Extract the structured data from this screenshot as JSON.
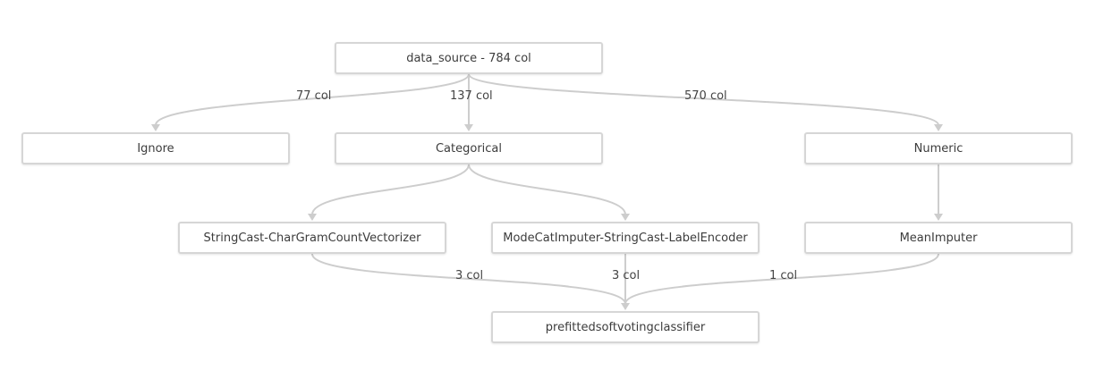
{
  "nodes": {
    "data_source": "data_source - 784 col",
    "ignore": "Ignore",
    "categorical": "Categorical",
    "numeric": "Numeric",
    "stringcast_chargram": "StringCast-CharGramCountVectorizer",
    "modecat_labelencoder": "ModeCatImputer-StringCast-LabelEncoder",
    "mean_imputer": "MeanImputer",
    "classifier": "prefittedsoftvotingclassifier"
  },
  "edges": {
    "source_to_ignore": "77 col",
    "source_to_categorical": "137 col",
    "source_to_numeric": "570 col",
    "chargram_to_classifier": "3 col",
    "labelencoder_to_classifier": "3 col",
    "meanimputer_to_classifier": "1 col"
  },
  "colors": {
    "edge": "#cdcdcd",
    "node_border": "#d6d6d6",
    "text": "#3c3c3c"
  }
}
